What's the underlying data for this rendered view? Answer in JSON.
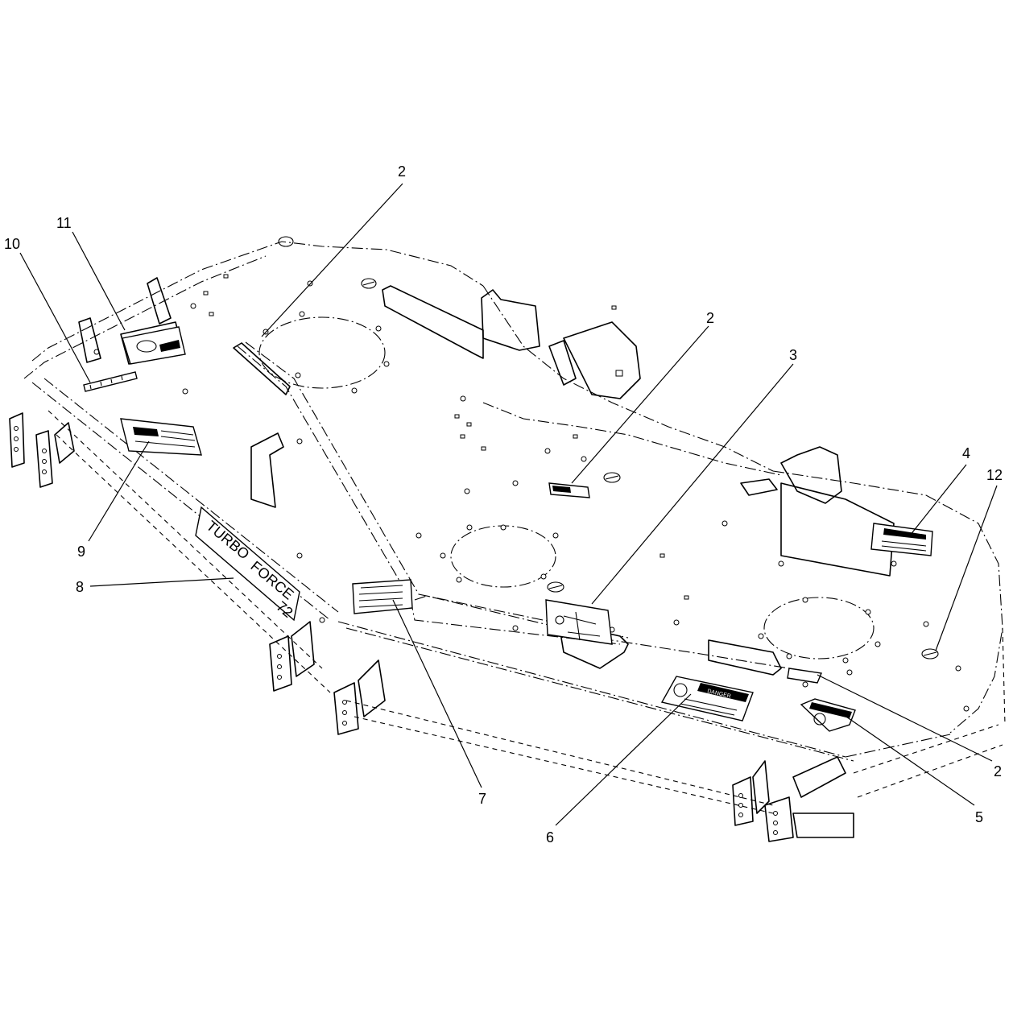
{
  "diagram": {
    "callouts": [
      {
        "id": "c2-top",
        "label": "2"
      },
      {
        "id": "c11",
        "label": "11"
      },
      {
        "id": "c10",
        "label": "10"
      },
      {
        "id": "c2-mid",
        "label": "2"
      },
      {
        "id": "c3",
        "label": "3"
      },
      {
        "id": "c4",
        "label": "4"
      },
      {
        "id": "c12",
        "label": "12"
      },
      {
        "id": "c9",
        "label": "9"
      },
      {
        "id": "c8",
        "label": "8"
      },
      {
        "id": "c7",
        "label": "7"
      },
      {
        "id": "c6",
        "label": "6"
      },
      {
        "id": "c5",
        "label": "5"
      },
      {
        "id": "c2-right",
        "label": "2"
      }
    ],
    "deck_brand": {
      "line1": "TURBO",
      "line2": "FORCE",
      "size": "72"
    },
    "decal_text": {
      "danger": "DANGER"
    }
  }
}
